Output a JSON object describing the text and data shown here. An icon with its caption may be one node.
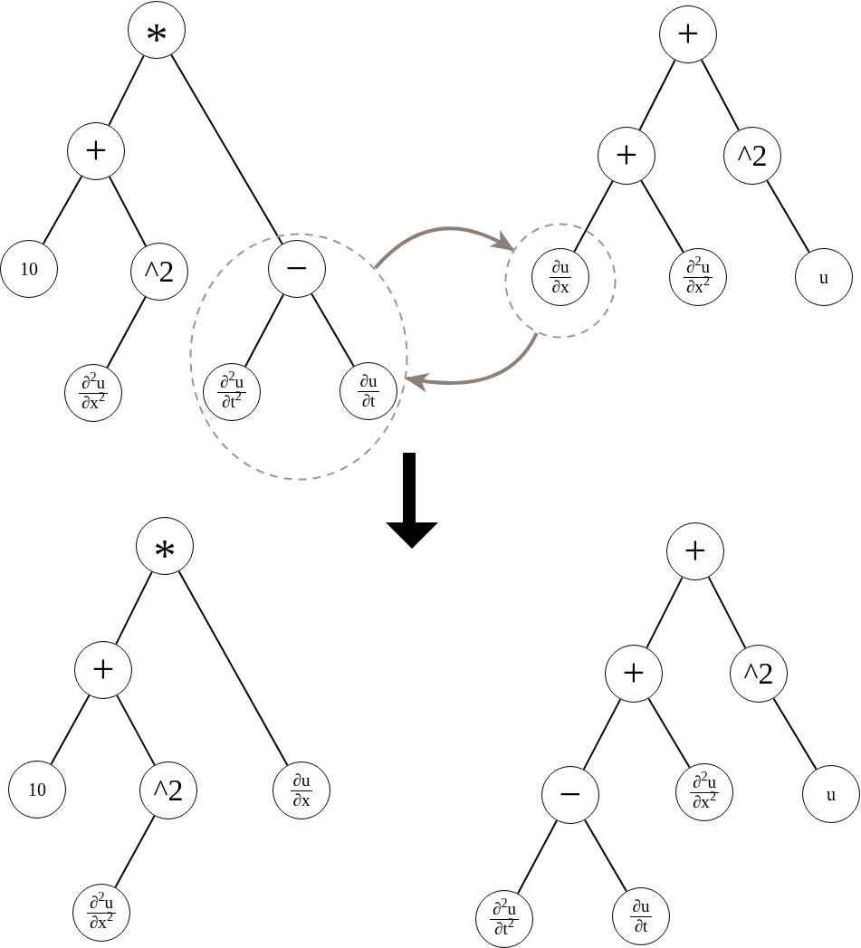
{
  "diagram": {
    "nodes": [
      {
        "text": [
          "*"
        ]
      },
      {
        "text": [
          "+"
        ]
      },
      {
        "text": [
          "10"
        ]
      },
      {
        "text": [
          "^2"
        ]
      },
      {
        "text": [
          "∂$^{2}$u",
          "∂x$^{2}$"
        ]
      },
      {
        "text": [],
        "shape": "circle"
      },
      {
        "text": [
          "−"
        ],
        "in": 5
      },
      {
        "text": [
          "∂$^{2}$u",
          "∂t$^{2}$"
        ],
        "in": 5
      },
      {
        "text": [
          "∂u",
          "∂t"
        ],
        "in": 5
      },
      {
        "text": [
          "+"
        ]
      },
      {
        "text": [
          "+"
        ]
      },
      {
        "text": [
          "^2"
        ]
      },
      {
        "text": [],
        "shape": "circle"
      },
      {
        "text": [
          "∂u",
          "∂x"
        ],
        "in": 12
      },
      {
        "text": [
          "∂$^{2}$u",
          "∂x$^{2}$"
        ]
      },
      {
        "text": [
          "u"
        ]
      },
      {
        "text": [
          "*"
        ]
      },
      {
        "text": [
          "+"
        ]
      },
      {
        "text": [
          "10"
        ]
      },
      {
        "text": [
          "^2"
        ]
      },
      {
        "text": [
          "∂u",
          "∂x"
        ]
      },
      {
        "text": [
          "∂$^{2}$u",
          "∂x$^{2}$"
        ]
      },
      {
        "text": [
          "+"
        ]
      },
      {
        "text": [
          "+"
        ]
      },
      {
        "text": [
          "^2"
        ]
      },
      {
        "text": [
          "−"
        ]
      },
      {
        "text": [
          "∂$^{2}$u",
          "∂x$^{2}$"
        ]
      },
      {
        "text": [
          "u"
        ]
      },
      {
        "text": [
          "∂$^{2}$u",
          "∂t$^{2}$"
        ]
      },
      {
        "text": [
          "∂u",
          "∂t"
        ]
      }
    ],
    "edges": [
      {
        "from": 0,
        "to": 1,
        "arrow": "none"
      },
      {
        "from": 0,
        "to": 6,
        "arrow": "none"
      },
      {
        "from": 1,
        "to": 2,
        "arrow": "none"
      },
      {
        "from": 1,
        "to": 3,
        "arrow": "none"
      },
      {
        "from": 3,
        "to": 4,
        "arrow": "none"
      },
      {
        "from": 6,
        "to": 7,
        "arrow": "none"
      },
      {
        "from": 6,
        "to": 8,
        "arrow": "none"
      },
      {
        "from": 9,
        "to": 10,
        "arrow": "none"
      },
      {
        "from": 9,
        "to": 11,
        "arrow": "none"
      },
      {
        "from": 10,
        "to": 13,
        "arrow": "none"
      },
      {
        "from": 10,
        "to": 14,
        "arrow": "none"
      },
      {
        "from": 11,
        "to": 15,
        "arrow": "none"
      },
      {
        "from": 16,
        "to": 17,
        "arrow": "none"
      },
      {
        "from": 16,
        "to": 20,
        "arrow": "none"
      },
      {
        "from": 17,
        "to": 18,
        "arrow": "none"
      },
      {
        "from": 17,
        "to": 19,
        "arrow": "none"
      },
      {
        "from": 19,
        "to": 21,
        "arrow": "none"
      },
      {
        "from": 22,
        "to": 23,
        "arrow": "none"
      },
      {
        "from": 22,
        "to": 24,
        "arrow": "none"
      },
      {
        "from": 23,
        "to": 25,
        "arrow": "none"
      },
      {
        "from": 23,
        "to": 26,
        "arrow": "none"
      },
      {
        "from": 24,
        "to": 27,
        "arrow": "none"
      },
      {
        "from": 25,
        "to": 28,
        "arrow": "none"
      },
      {
        "from": 25,
        "to": 29,
        "arrow": "none"
      },
      {
        "from": 5,
        "to": 12,
        "arrow": "to",
        "style": "thick",
        "color": "#8c817a"
      },
      {
        "from": 12,
        "to": 5,
        "arrow": "to",
        "style": "thick",
        "color": "#8c817a"
      }
    ]
  }
}
